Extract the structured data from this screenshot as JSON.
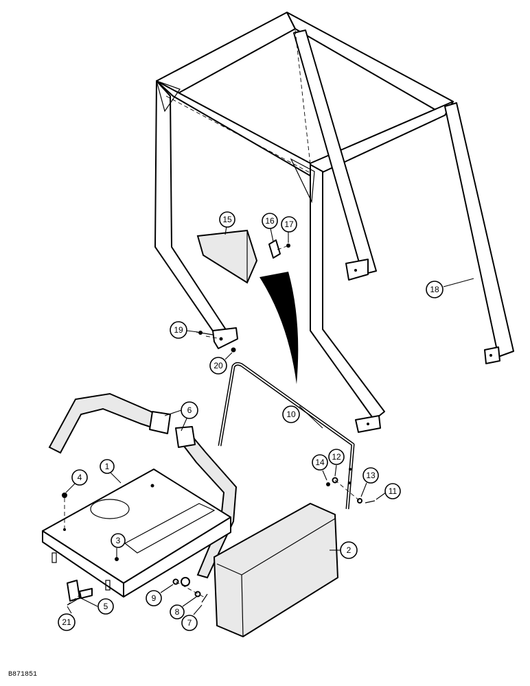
{
  "figure_code": "B871851",
  "callouts": [
    {
      "id": "callout-1",
      "label": "1"
    },
    {
      "id": "callout-2",
      "label": "2"
    },
    {
      "id": "callout-3",
      "label": "3"
    },
    {
      "id": "callout-4",
      "label": "4"
    },
    {
      "id": "callout-5",
      "label": "5"
    },
    {
      "id": "callout-6",
      "label": "6"
    },
    {
      "id": "callout-7",
      "label": "7"
    },
    {
      "id": "callout-8",
      "label": "8"
    },
    {
      "id": "callout-9",
      "label": "9"
    },
    {
      "id": "callout-10",
      "label": "10"
    },
    {
      "id": "callout-11",
      "label": "11"
    },
    {
      "id": "callout-12",
      "label": "12"
    },
    {
      "id": "callout-13",
      "label": "13"
    },
    {
      "id": "callout-14",
      "label": "14"
    },
    {
      "id": "callout-15",
      "label": "15"
    },
    {
      "id": "callout-16",
      "label": "16"
    },
    {
      "id": "callout-17",
      "label": "17"
    },
    {
      "id": "callout-18",
      "label": "18"
    },
    {
      "id": "callout-19",
      "label": "19"
    },
    {
      "id": "callout-20",
      "label": "20"
    },
    {
      "id": "callout-21",
      "label": "21"
    }
  ]
}
